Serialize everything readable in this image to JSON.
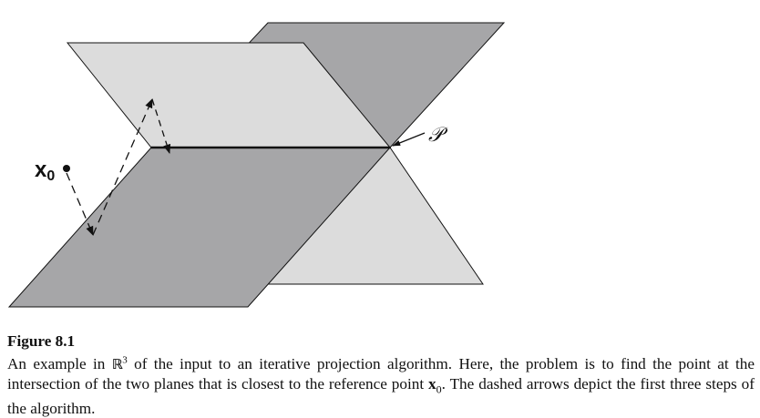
{
  "figure": {
    "point_label": "x",
    "point_label_sub": "0",
    "intersection_label": "𝒫",
    "colors": {
      "light_plane": "#dcdcdc",
      "dark_plane": "#a6a6a8",
      "stroke": "#111111"
    }
  },
  "caption": {
    "title": "Figure 8.1",
    "part1": "An example in ",
    "space_symbol": "ℝ",
    "space_exp": "3",
    "part2": " of the input to an iterative projection algorithm. Here, the problem is to find the point at the intersection of the two planes that is closest to the reference point ",
    "ref_point": "x",
    "ref_point_sub": "0",
    "part3": ". The dashed arrows depict the first three steps of the algorithm."
  }
}
